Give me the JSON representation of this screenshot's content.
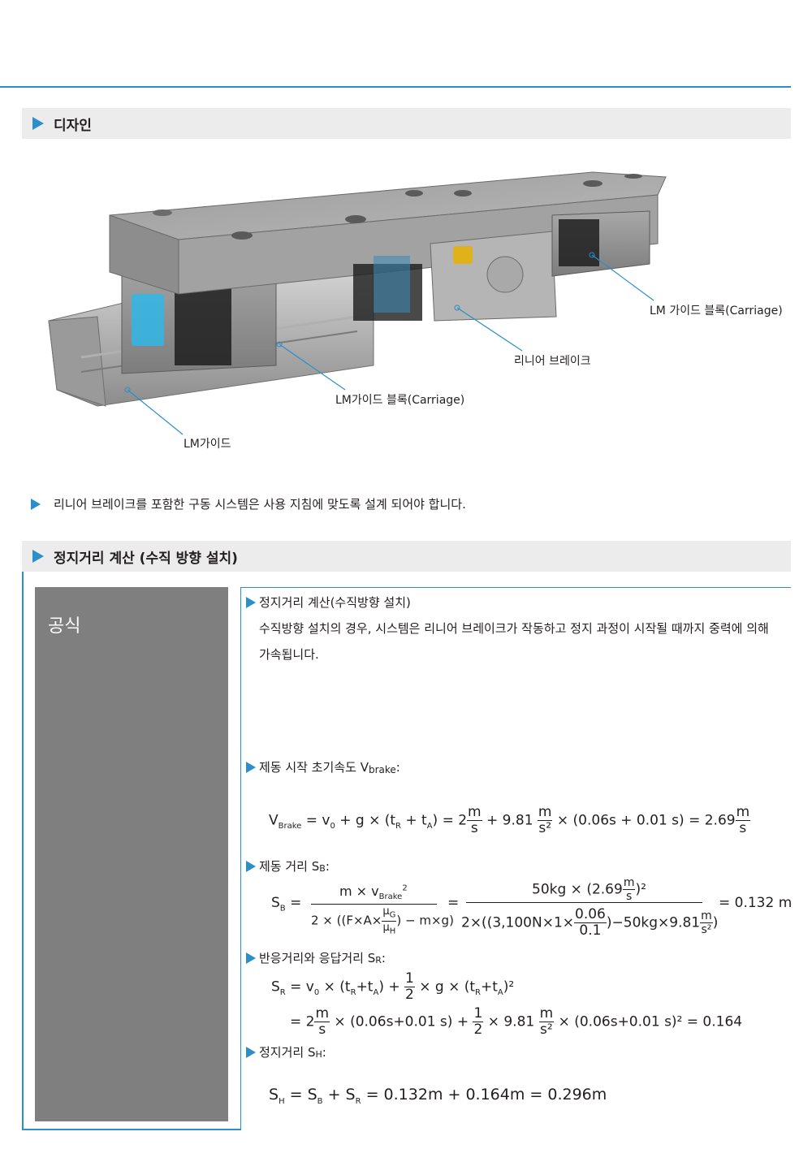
{
  "sections": {
    "design_title": "디자인",
    "stopping_title": "정지거리 계산 (수직 방향 설치)"
  },
  "figure": {
    "callouts": {
      "lm_guide": "LM가이드",
      "carriage_front": "LM가이드 블록(Carriage)",
      "brake": "리니어 브레이크",
      "carriage_rear": "LM 가이드 블록(Carriage)"
    }
  },
  "note": "리니어 브레이크를 포함한 구동 시스템은 사용 지침에 맞도록 설계 되어야 합니다.",
  "panel_label": "공식",
  "calc": {
    "heading": "정지거리 계산(수직방향 설치)",
    "description": "수직방향 설치의 경우, 시스템은 리니어 브레이크가 작동하고 정지 과정이 시작될 때까지 중력에 의해 가속됩니다.",
    "vbrake_heading": "제동 시작 초기속도 V",
    "vbrake_sub": "brake",
    "vbrake_colon": " :",
    "sb_heading": "제동 거리 S",
    "sb_sub": "B",
    "sr_heading": "반응거리와 응답거리 S",
    "sr_sub": "R",
    "sh_heading": "정지거리 S",
    "sh_sub": "H",
    "colon": ":",
    "sb_result": "= 0.132 m",
    "sr_result": "= 0.164",
    "sh_line": "= 0.132m + 0.164m = 0.296m"
  },
  "colors": {
    "accent": "#2b8fc9",
    "panel": "#7f7f7f",
    "bar": "#ececec"
  }
}
